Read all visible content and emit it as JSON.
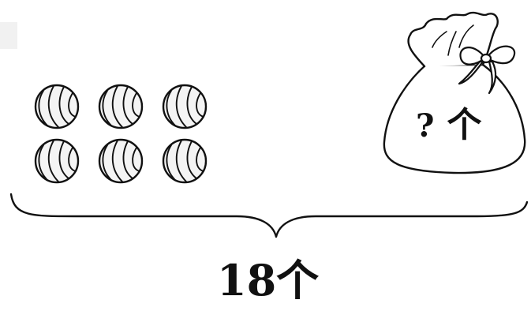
{
  "diagram": {
    "visible_balls_count": 6,
    "bag_unknown_symbol": "?",
    "bag_unit": "个",
    "total_value": "18",
    "total_unit": "个",
    "icons": {
      "ball": "striped-ball-icon",
      "bag": "tied-sack-icon",
      "bow": "ribbon-bow-icon",
      "brace": "curly-brace-underline"
    },
    "colors": {
      "stroke": "#111111",
      "ball_fill": "#f4f4f4",
      "bag_fill": "#ffffff",
      "corner_mark": "#f1f1f1"
    }
  }
}
